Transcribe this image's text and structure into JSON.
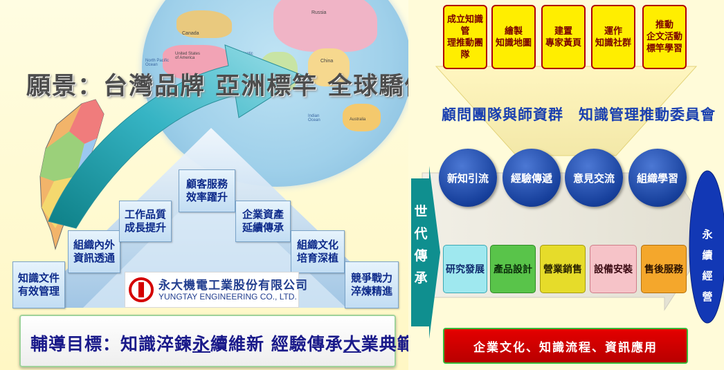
{
  "left_panel": {
    "map_labels": {
      "canada": "Canada",
      "russia": "Russia",
      "usa": "United States of America",
      "north_pacific": "North Pacific Ocean",
      "north_atlantic": "North Atlantic Ocean",
      "china": "China",
      "indian_ocean": "Indian Ocean",
      "australia": "Australia"
    },
    "vision": "願景：台灣品牌 亞洲標竿 全球驕傲",
    "steps": [
      "知識文件\n有效管理",
      "組織內外\n資訊透通",
      "工作品質\n成長提升",
      "顧客服務\n效率躍升",
      "企業資產\n延續傳承",
      "組織文化\n培育深植",
      "競爭戰力\n淬煉精進"
    ],
    "logo": {
      "chinese": "永大機電工業股份有限公司",
      "english": "YUNGTAY ENGINEERING CO., LTD."
    },
    "goal": {
      "prefix": "輔導目標：知識淬鍊",
      "u1": "永",
      "mid1": "續維新 經驗傳承",
      "u2": "大",
      "mid2": "業典範"
    }
  },
  "right_panel": {
    "top_boxes": [
      "成立知識管\n理推動團隊",
      "繪製\n知識地圖",
      "建置\n專家黃頁",
      "運作\n知識社群",
      "推動\n企文活動\n標竿學習"
    ],
    "committee": "顧問團隊與師資群　知識管理推動委員會",
    "circles": [
      "新知引流",
      "經驗傳遞",
      "意見交流",
      "組織學習"
    ],
    "heritage": "世代傳承",
    "processes": [
      "研究發展",
      "產品設計",
      "營業銷售",
      "設備安裝",
      "售後服務"
    ],
    "sustain": "永續經營",
    "foundation": "企業文化、知識流程、資訊應用"
  },
  "colors": {
    "background": "#fffbd9",
    "top_box_fill": "#ffee00",
    "top_box_border": "#b00000",
    "circle_blue": "#17409c",
    "heritage_teal": "#0f8f8f",
    "foundation_red": "#cc0000",
    "step_text": "#0d2a8a"
  }
}
